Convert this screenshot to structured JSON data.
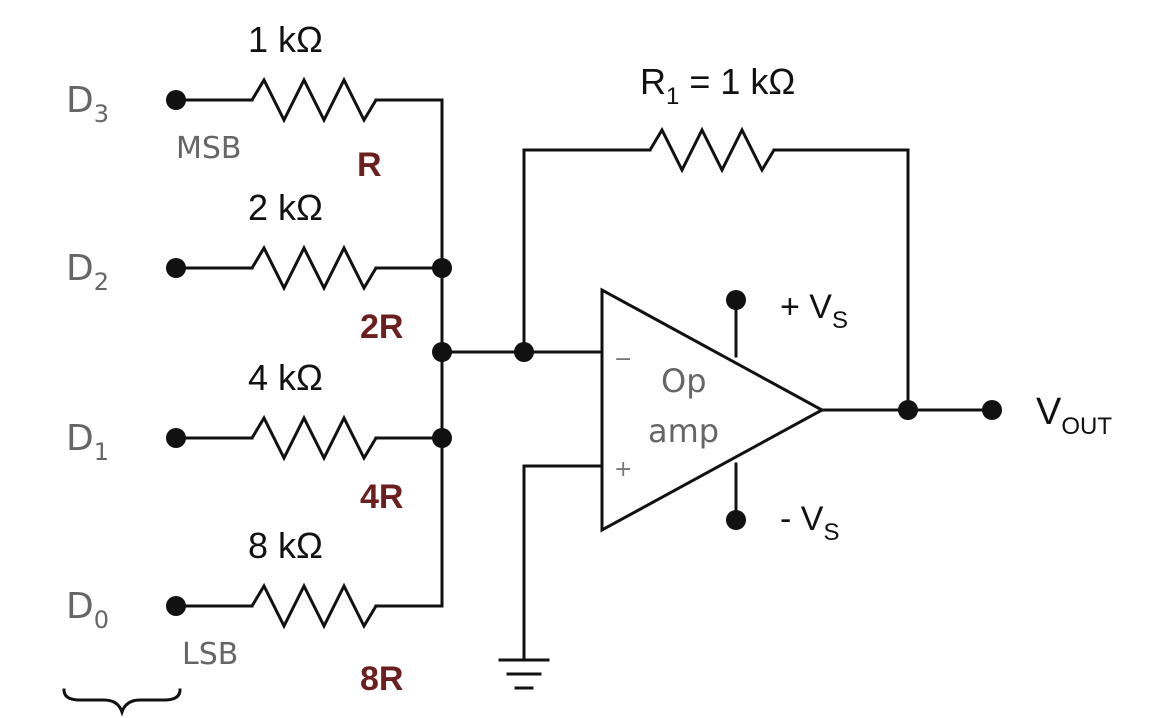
{
  "inputs": [
    {
      "label": "D",
      "sub": "3",
      "value": "1 kΩ",
      "rlabel": "R",
      "bit": "MSB"
    },
    {
      "label": "D",
      "sub": "2",
      "value": "2 kΩ",
      "rlabel": "2R",
      "bit": ""
    },
    {
      "label": "D",
      "sub": "1",
      "value": "4 kΩ",
      "rlabel": "4R",
      "bit": ""
    },
    {
      "label": "D",
      "sub": "0",
      "value": "8 kΩ",
      "rlabel": "8R",
      "bit": "LSB"
    }
  ],
  "feedback": {
    "label": "R",
    "sub": "1",
    "rest": " = 1 kΩ"
  },
  "opamp": {
    "line1": "Op",
    "line2": "amp",
    "minus": "−",
    "plus": "+"
  },
  "supply_pos": {
    "prefix": "+ V",
    "sub": "S"
  },
  "supply_neg": {
    "prefix": "- V",
    "sub": "S"
  },
  "output": {
    "prefix": "V",
    "sub": "OUT"
  },
  "colors": {
    "wire": "#111111",
    "resistor_label": "#6b1f1f",
    "terminal_label": "#666666"
  }
}
